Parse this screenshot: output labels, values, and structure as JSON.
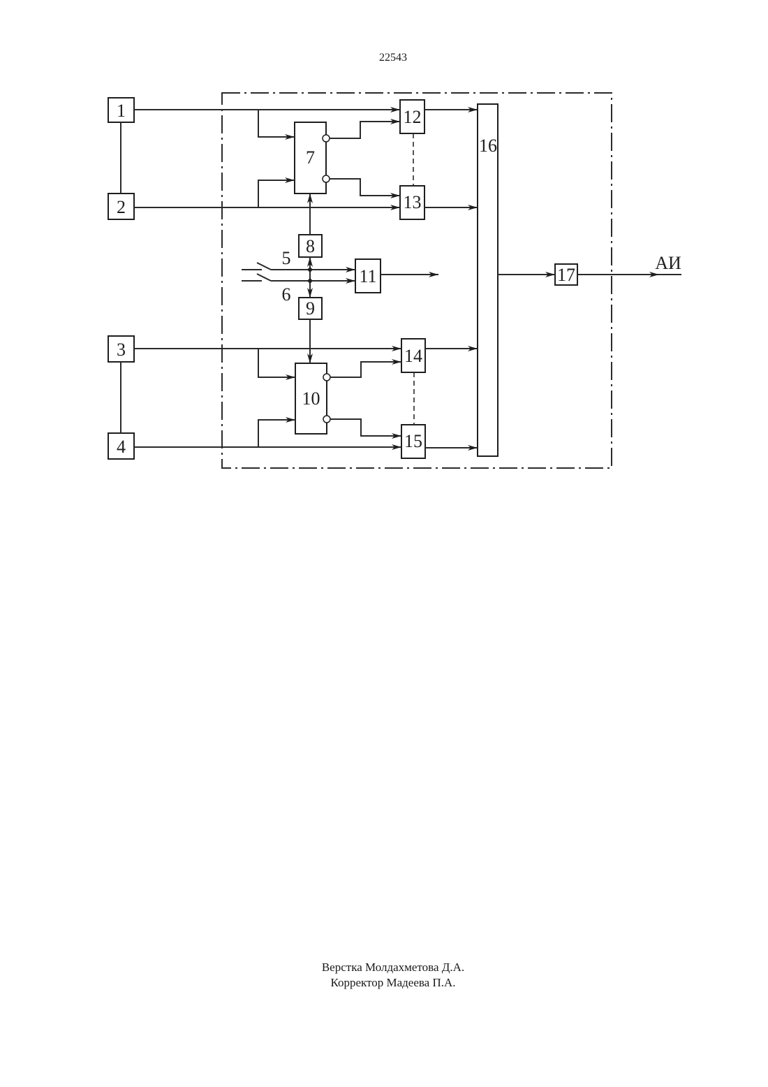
{
  "page_number": "22543",
  "diagram": {
    "blocks": {
      "b1": "1",
      "b2": "2",
      "b3": "3",
      "b4": "4",
      "b5": "5",
      "b6": "6",
      "b7": "7",
      "b8": "8",
      "b9": "9",
      "b10": "10",
      "b11": "11",
      "b12": "12",
      "b13": "13",
      "b14": "14",
      "b15": "15",
      "b16": "16",
      "b17": "17"
    },
    "output_label": "АИ"
  },
  "footer": {
    "layout_credit": "Верстка Молдахметова Д.А.",
    "proofreader_credit": "Корректор Мадеева П.А."
  }
}
